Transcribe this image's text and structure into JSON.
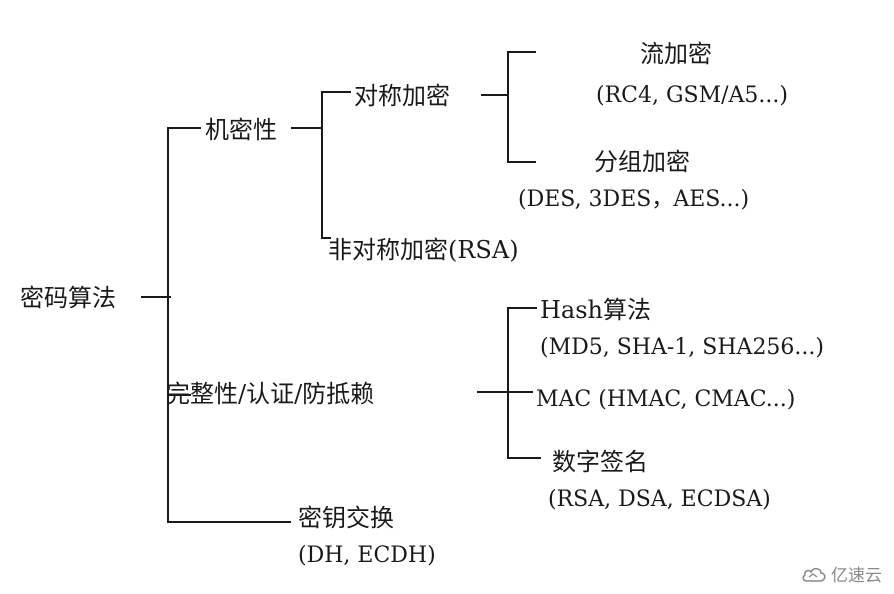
{
  "tree": {
    "root": "密码算法",
    "confidentiality": {
      "label": "机密性",
      "symmetric": {
        "label": "对称加密",
        "stream": {
          "label": "流加密",
          "examples": "(RC4, GSM/A5...)"
        },
        "block": {
          "label": "分组加密",
          "examples": "(DES, 3DES，AES...)"
        }
      },
      "asymmetric": {
        "label": "非对称加密(RSA)"
      }
    },
    "integrity": {
      "label": "完整性/认证/防抵赖",
      "hash": {
        "label": "Hash算法",
        "examples": "(MD5, SHA-1, SHA256...)"
      },
      "mac": {
        "label": "MAC (HMAC, CMAC...)"
      },
      "signature": {
        "label": "数字签名",
        "examples": "(RSA, DSA, ECDSA)"
      }
    },
    "key_exchange": {
      "label": "密钥交换",
      "examples": "(DH, ECDH)"
    }
  },
  "watermark": {
    "text": "亿速云",
    "icon": "cloud-logo-icon"
  },
  "line_color": "#1a1a1a"
}
